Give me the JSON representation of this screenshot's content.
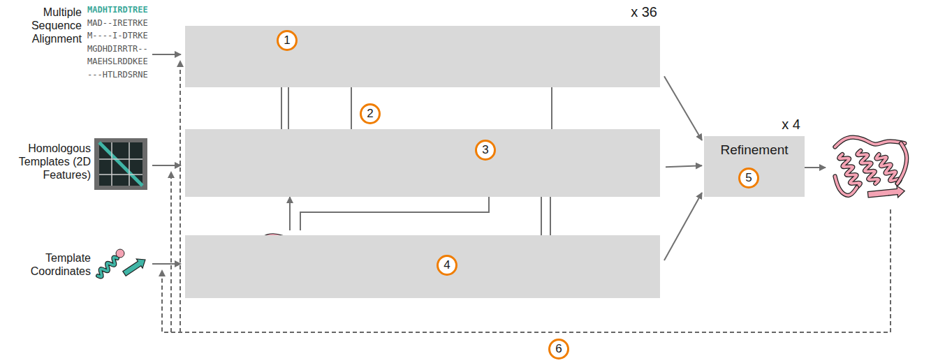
{
  "diagram": {
    "nodes": [
      {
        "text": [
          "Multiple Sequence Alignment",
          "x 36"
        ]
      },
      {
        "text": [
          "1"
        ],
        "in": 0
      },
      {
        "text": [
          "2"
        ]
      },
      {
        "text": [
          "Homologous Templates (2D Features)"
        ]
      },
      {
        "text": [
          "3"
        ],
        "in": 3
      },
      {
        "text": [
          "Template Coordinates"
        ]
      },
      {
        "text": [
          "4"
        ],
        "in": 5
      },
      {
        "text": [
          "Refinement",
          "x 4"
        ]
      },
      {
        "text": [
          "5"
        ],
        "in": 7
      },
      {
        "text": [
          "6"
        ]
      }
    ],
    "edges": [
      {
        "from": 0,
        "to": 7,
        "arrow": "to"
      },
      {
        "from": 3,
        "to": 7,
        "arrow": "to"
      },
      {
        "from": 5,
        "to": 7,
        "arrow": "to"
      }
    ],
    "labels": [
      "MADHTIRDTREE",
      "MAD--IRETRKE",
      "M----I-DTRKE",
      "MGDHDIRRTR--",
      "MAEHSLRDDKEE",
      "---HTLRDSRNE"
    ]
  }
}
